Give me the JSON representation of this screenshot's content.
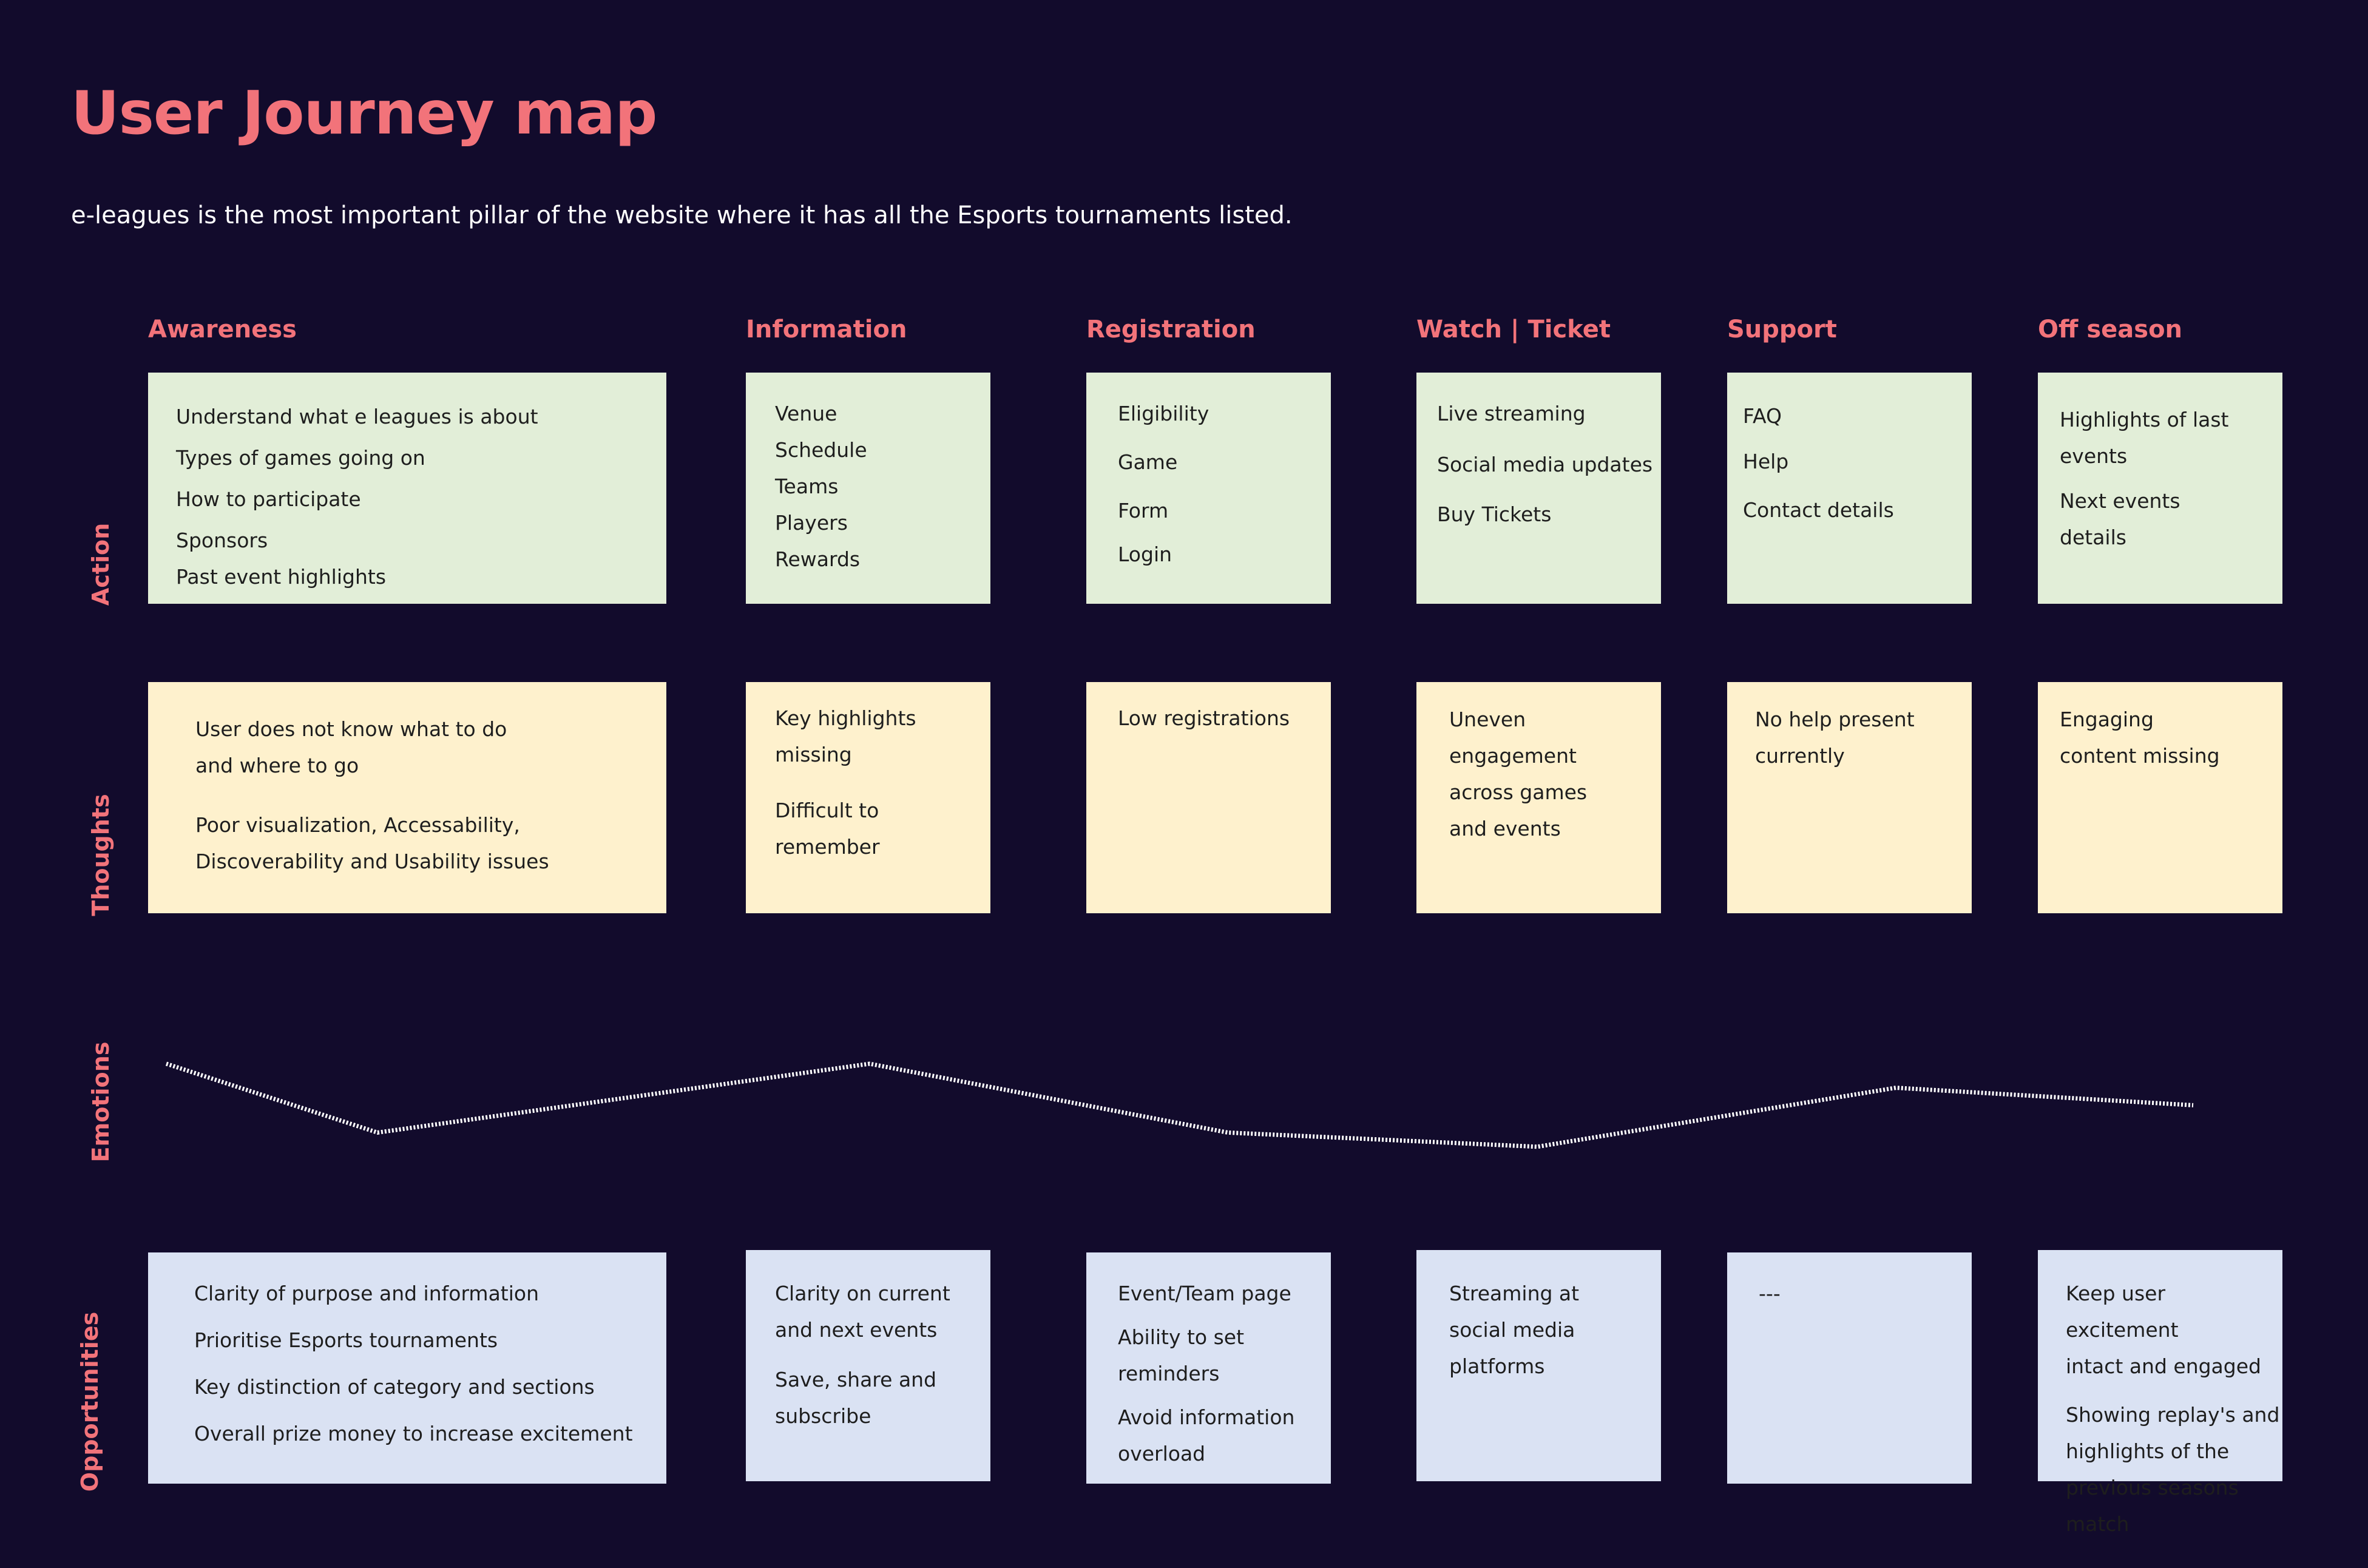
{
  "title": "User Journey map",
  "subtitle": "e-leagues is the most important pillar of the website where it has all the Esports tournaments listed.",
  "colors": {
    "background": "#120b2c",
    "accent": "#f2737a",
    "action_card": "#e2eed8",
    "thought_card": "#fef1cd",
    "opportunity_card": "#dae2f3",
    "emotion_line": "#ffffff"
  },
  "row_labels": {
    "action": "Action",
    "thoughts": "Thoughts",
    "emotions": "Emotions",
    "opportunities": "Opportunities"
  },
  "stages": [
    {
      "name": "Awareness",
      "action": [
        "Understand what e leagues is about",
        "Types of games going on",
        "How to participate",
        "Sponsors",
        "Past event highlights"
      ],
      "thoughts": [
        "User does not know what to do\nand where to go",
        "Poor visualization, Accessability,\nDiscoverability and Usability issues"
      ],
      "opportunities": [
        "Clarity of purpose and information",
        "Prioritise Esports tournaments",
        "Key distinction of category and sections",
        "Overall prize money to increase excitement"
      ]
    },
    {
      "name": "Information",
      "action": [
        "Venue",
        "Schedule",
        "Teams",
        "Players",
        "Rewards"
      ],
      "thoughts": [
        "Key highlights\nmissing",
        "Difficult to\nremember"
      ],
      "opportunities": [
        "Clarity on current\nand next events",
        "Save, share and\nsubscribe"
      ]
    },
    {
      "name": "Registration",
      "action": [
        "Eligibility",
        "Game",
        "Form",
        "Login"
      ],
      "thoughts": [
        "Low registrations"
      ],
      "opportunities": [
        "Event/Team page",
        "Ability to set\nreminders",
        "Avoid information\noverload"
      ]
    },
    {
      "name": "Watch | Ticket",
      "action": [
        "Live streaming",
        "Social media updates",
        "Buy Tickets"
      ],
      "thoughts": [
        "Uneven\nengagement\nacross games\nand events"
      ],
      "opportunities": [
        "Streaming at\nsocial media\nplatforms"
      ]
    },
    {
      "name": "Support",
      "action": [
        "FAQ",
        "Help",
        "Contact details"
      ],
      "thoughts": [
        "No help present\ncurrently"
      ],
      "opportunities": [
        "---"
      ]
    },
    {
      "name": "Off season",
      "action": [
        "Highlights of last\nevents",
        "Next events\ndetails"
      ],
      "thoughts": [
        "Engaging\ncontent missing"
      ],
      "opportunities": [
        "Keep user excitement\nintact and engaged",
        "Showing replay's and\nhighlights of the\nprevious seasons\nmatch"
      ]
    }
  ],
  "emotion_curve": {
    "scale": "relative emotional level per journey stage (higher = more positive)",
    "levels": [
      0.9,
      0.27,
      0.9,
      0.27,
      0.14,
      0.68,
      0.52
    ]
  }
}
